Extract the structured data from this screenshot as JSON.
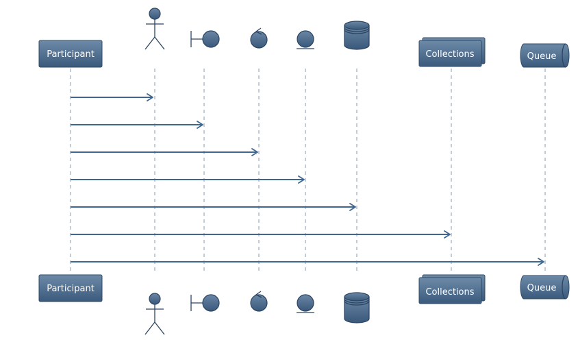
{
  "participants": {
    "participant": "Participant",
    "collections": "Collections",
    "queue": "Queue"
  },
  "icons": [
    "actor-icon",
    "boundary-icon",
    "control-icon",
    "entity-icon",
    "database-icon"
  ],
  "colors": {
    "shape_top": "#6d8aa8",
    "shape_bottom": "#3b5a7c",
    "border": "#2f4a66",
    "arrow": "#3d6690",
    "lifeline": "#8a9aac"
  },
  "messages": [
    {
      "from": "participant",
      "to": "actor"
    },
    {
      "from": "participant",
      "to": "boundary"
    },
    {
      "from": "participant",
      "to": "control"
    },
    {
      "from": "participant",
      "to": "entity"
    },
    {
      "from": "participant",
      "to": "database"
    },
    {
      "from": "participant",
      "to": "collections"
    },
    {
      "from": "participant",
      "to": "queue"
    }
  ]
}
